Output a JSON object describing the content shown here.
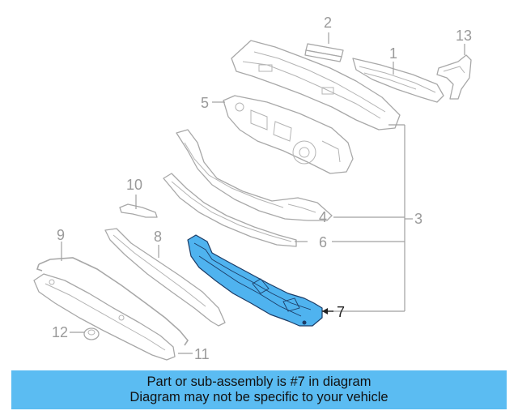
{
  "diagram": {
    "highlight_color": "#4fb3ef",
    "callouts": [
      "1",
      "2",
      "3",
      "4",
      "5",
      "6",
      "7",
      "8",
      "9",
      "10",
      "11",
      "12",
      "13"
    ]
  },
  "banner": {
    "line1": "Part or sub-assembly is #7 in diagram",
    "line2": "Diagram may not be specific to your vehicle",
    "background": "#5bbcf2"
  }
}
